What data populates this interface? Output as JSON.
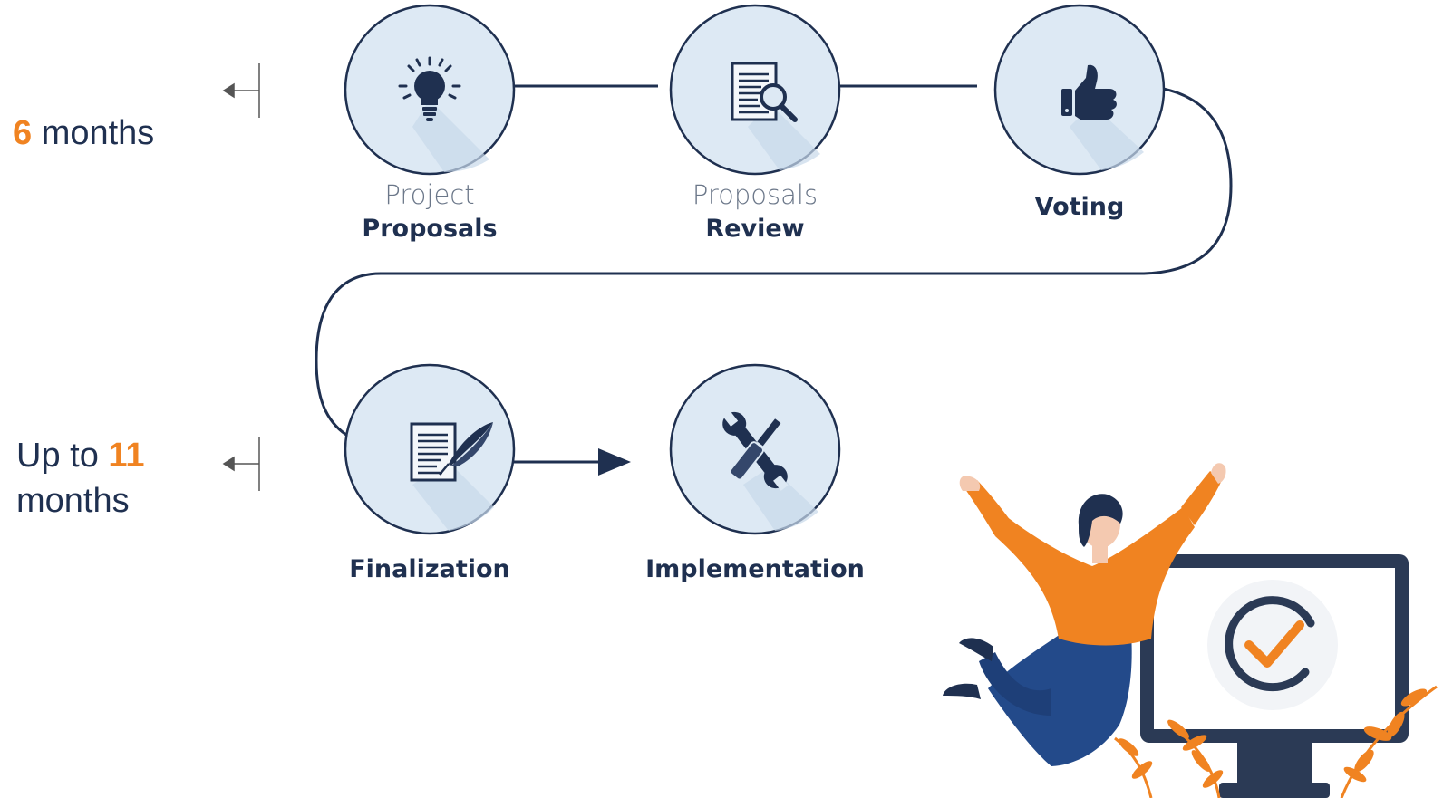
{
  "timeline": {
    "first": {
      "number": "6",
      "suffix": " months"
    },
    "second": {
      "prefix": "Up to ",
      "number": "11",
      "suffix": "months"
    }
  },
  "steps": [
    {
      "light": "Project",
      "bold": "Proposals",
      "icon": "lightbulb-icon"
    },
    {
      "light": "Proposals",
      "bold": "Review",
      "icon": "document-search-icon"
    },
    {
      "light": "",
      "bold": "Voting",
      "icon": "thumbs-up-icon"
    },
    {
      "light": "",
      "bold": "Finalization",
      "icon": "document-quill-icon"
    },
    {
      "light": "",
      "bold": "Implementation",
      "icon": "wrench-screwdriver-icon"
    }
  ],
  "colors": {
    "navy": "#1f3050",
    "accent": "#f08321",
    "circle_fill": "#dde9f4",
    "monitor": "#2b3a55"
  },
  "illustration": "person-jumping-with-monitor-checkmark"
}
